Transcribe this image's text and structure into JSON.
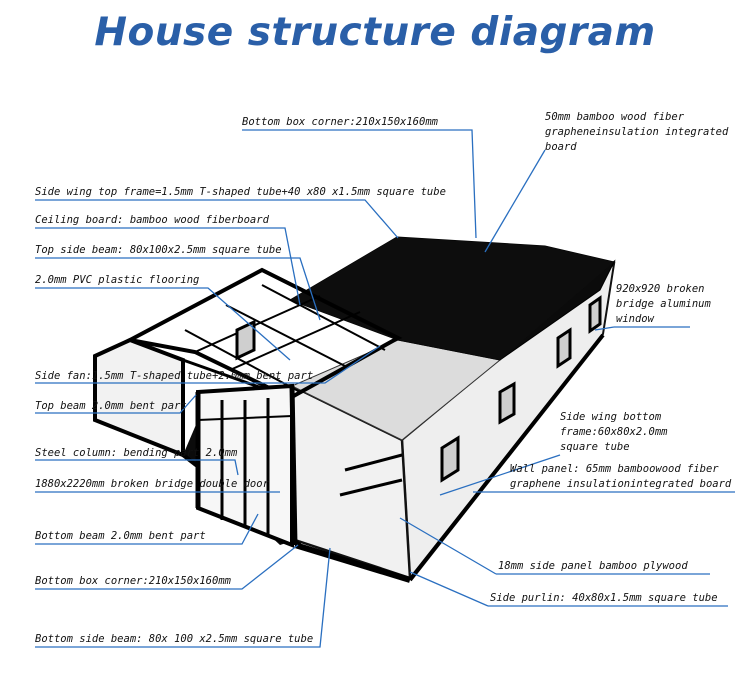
{
  "title": "House structure diagram",
  "colors": {
    "title": "#2a5fa8",
    "leader": "#2a6fc0",
    "roof": "#0b0b0b",
    "wall": "#efefef"
  },
  "labels": {
    "bottom_box_corner_top": "Bottom box corner:210x150x160mm",
    "bamboo_fiber_1": "50mm bamboo wood fiber",
    "bamboo_fiber_2": "grapheneinsulation integrated",
    "bamboo_fiber_3": "board",
    "side_wing_top_frame": "Side wing top frame=1.5mm T-shaped tube+40 x80 x1.5mm square tube",
    "ceiling_board": "Ceiling board: bamboo wood fiberboard",
    "top_side_beam": "Top side beam: 80x100x2.5mm square tube",
    "pvc_flooring": "2.0mm PVC plastic flooring",
    "window_1": "920x920 broken",
    "window_2": "bridge aluminum",
    "window_3": "window",
    "side_fan": "Side fan:1.5mm T-shaped tube+2.0mm bent part",
    "top_beam": "Top beam 2.0mm bent part",
    "side_wing_bottom_1": "Side wing bottom",
    "side_wing_bottom_2": "frame:60x80x2.0mm",
    "side_wing_bottom_3": "square tube",
    "steel_column": "Steel column: bending part 2.0mm",
    "wall_panel_1": "Wall panel: 65mm bamboowood fiber",
    "wall_panel_2": "graphene insulationintegrated board",
    "double_door": "1880x2220mm broken bridge double door",
    "bottom_beam": "Bottom beam 2.0mm bent part",
    "side_panel": "18mm side panel bamboo plywood",
    "bottom_box_corner_bottom": "Bottom box corner:210x150x160mm",
    "side_purlin": "Side purlin: 40x80x1.5mm square tube",
    "bottom_side_beam": "Bottom side beam: 80x 100 x2.5mm square tube"
  }
}
